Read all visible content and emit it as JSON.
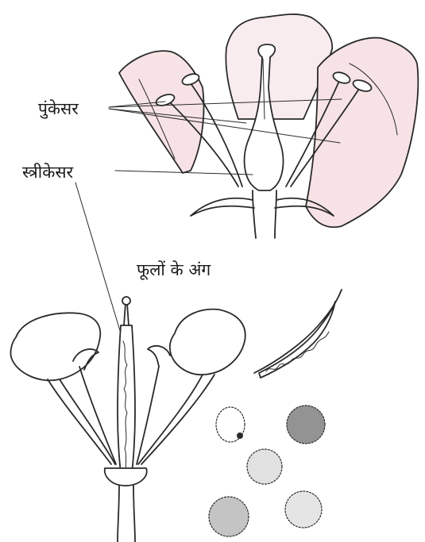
{
  "labels": {
    "stamen": "पुंकेसर",
    "pistil": "स्त्रीकेसर",
    "caption": "फूलों के अंग"
  },
  "colors": {
    "ink": "#2a2a2a",
    "petal_tint": "#f7e3e5",
    "background": "#ffffff"
  },
  "figures": [
    "flower-longitudinal-section",
    "pistil-and-stamens-closeup",
    "anther-segment",
    "pollen-grains"
  ]
}
